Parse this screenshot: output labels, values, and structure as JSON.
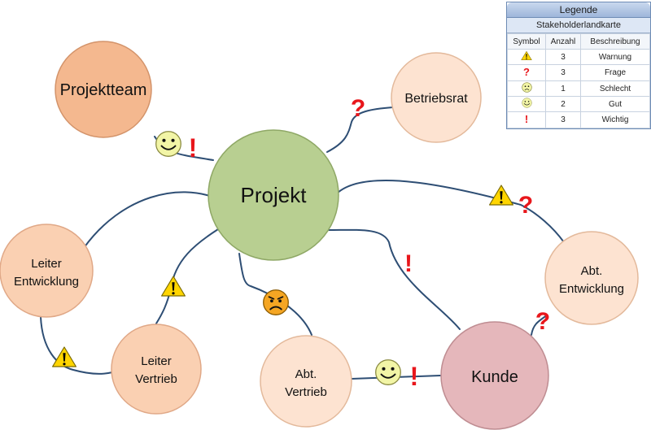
{
  "nodes": {
    "projekt": {
      "label": "Projekt"
    },
    "projektteam": {
      "label": "Projektteam"
    },
    "betriebsrat": {
      "label": "Betriebsrat"
    },
    "leiter_entwicklung": {
      "line1": "Leiter",
      "line2": "Entwicklung"
    },
    "leiter_vertrieb": {
      "line1": "Leiter",
      "line2": "Vertrieb"
    },
    "abt_vertrieb": {
      "line1": "Abt.",
      "line2": "Vertrieb"
    },
    "kunde": {
      "label": "Kunde"
    },
    "abt_entwicklung": {
      "line1": "Abt.",
      "line2": "Entwicklung"
    }
  },
  "colors": {
    "projekt": "#b8cf91",
    "projektteam": "#f4b88f",
    "light": "#fde3d1",
    "mid": "#fad0b2",
    "kunde": "#e5b7bb",
    "line": "#2e4e74",
    "warning": "#ffd500",
    "question": "#e8161b"
  },
  "symbols": {
    "exclaim": "!",
    "question": "?"
  },
  "legend": {
    "title": "Legende",
    "subtitle": "Stakeholderlandkarte",
    "headers": {
      "symbol": "Symbol",
      "anzahl": "Anzahl",
      "beschreibung": "Beschreibung"
    },
    "rows": [
      {
        "icon": "warning-icon",
        "anzahl": "3",
        "beschreibung": "Warnung"
      },
      {
        "icon": "question-icon",
        "anzahl": "3",
        "beschreibung": "Frage"
      },
      {
        "icon": "bad-smiley-icon",
        "anzahl": "1",
        "beschreibung": "Schlecht"
      },
      {
        "icon": "good-smiley-icon",
        "anzahl": "2",
        "beschreibung": "Gut"
      },
      {
        "icon": "exclamation-icon",
        "anzahl": "3",
        "beschreibung": "Wichtig"
      }
    ]
  }
}
